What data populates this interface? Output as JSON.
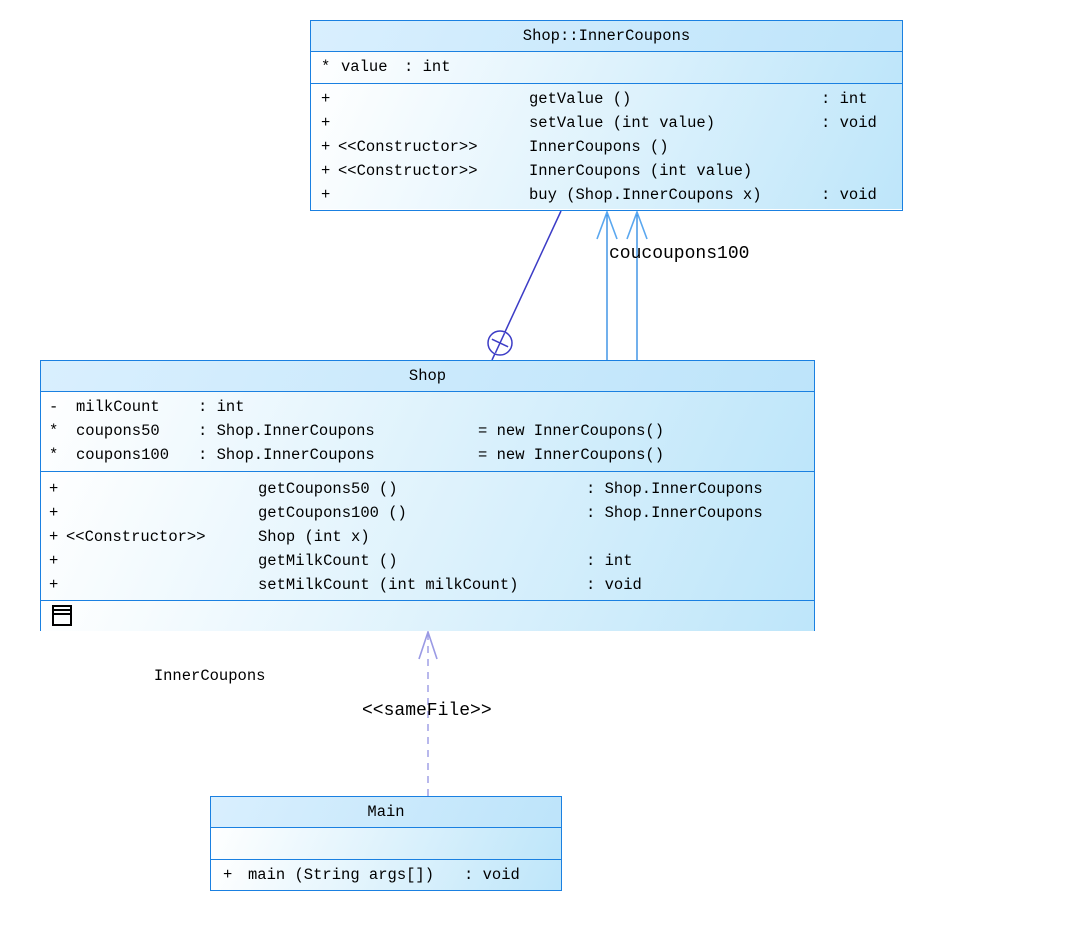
{
  "colors": {
    "box_border": "#1a80e1",
    "box_fill_from": "#ffffff",
    "box_fill_to": "#aadef8",
    "title_fill_from": "#d9effe",
    "title_fill_to": "#bde4fa",
    "association_line": "#2585e2",
    "association_arrowhead": "#5aa7ef",
    "containment": "#3c3cc6",
    "dependency": "#9a9ae4",
    "text": "#000000"
  },
  "classes": {
    "inner_coupons": {
      "title": "Shop::InnerCoupons",
      "attributes": [
        {
          "vis": "*",
          "name": "value",
          "type": ": int"
        }
      ],
      "methods": [
        {
          "vis": "+",
          "stereotype": "",
          "signature": "getValue ()",
          "returns": ": int"
        },
        {
          "vis": "+",
          "stereotype": "",
          "signature": "setValue (int value)",
          "returns": ": void"
        },
        {
          "vis": "+",
          "stereotype": "<<Constructor>>",
          "signature": "InnerCoupons ()",
          "returns": ""
        },
        {
          "vis": "+",
          "stereotype": "<<Constructor>>",
          "signature": "InnerCoupons (int value)",
          "returns": ""
        },
        {
          "vis": "+",
          "stereotype": "",
          "signature": "buy (Shop.InnerCoupons x)",
          "returns": ": void"
        }
      ]
    },
    "shop": {
      "title": "Shop",
      "attributes": [
        {
          "vis": "-",
          "name": "milkCount",
          "type": ": int",
          "init": ""
        },
        {
          "vis": "*",
          "name": "coupons50",
          "type": ": Shop.InnerCoupons",
          "init": "= new InnerCoupons()"
        },
        {
          "vis": "*",
          "name": "coupons100",
          "type": ": Shop.InnerCoupons",
          "init": "= new InnerCoupons()"
        }
      ],
      "methods": [
        {
          "vis": "+",
          "stereotype": "",
          "signature": "getCoupons50 ()",
          "returns": ": Shop.InnerCoupons"
        },
        {
          "vis": "+",
          "stereotype": "",
          "signature": "getCoupons100 ()",
          "returns": ": Shop.InnerCoupons"
        },
        {
          "vis": "+",
          "stereotype": "<<Constructor>>",
          "signature": "Shop (int x)",
          "returns": ""
        },
        {
          "vis": "+",
          "stereotype": "",
          "signature": "getMilkCount ()",
          "returns": ": int"
        },
        {
          "vis": "+",
          "stereotype": "",
          "signature": "setMilkCount (int milkCount)",
          "returns": ": void"
        }
      ],
      "nested_class": "InnerCoupons"
    },
    "main": {
      "title": "Main",
      "methods": [
        {
          "vis": "+",
          "signature": "main (String args[])",
          "returns": ": void"
        }
      ]
    }
  },
  "edges": {
    "association": {
      "label": "coucoupons100"
    },
    "dependency": {
      "label": "<<sameFile>>"
    }
  }
}
